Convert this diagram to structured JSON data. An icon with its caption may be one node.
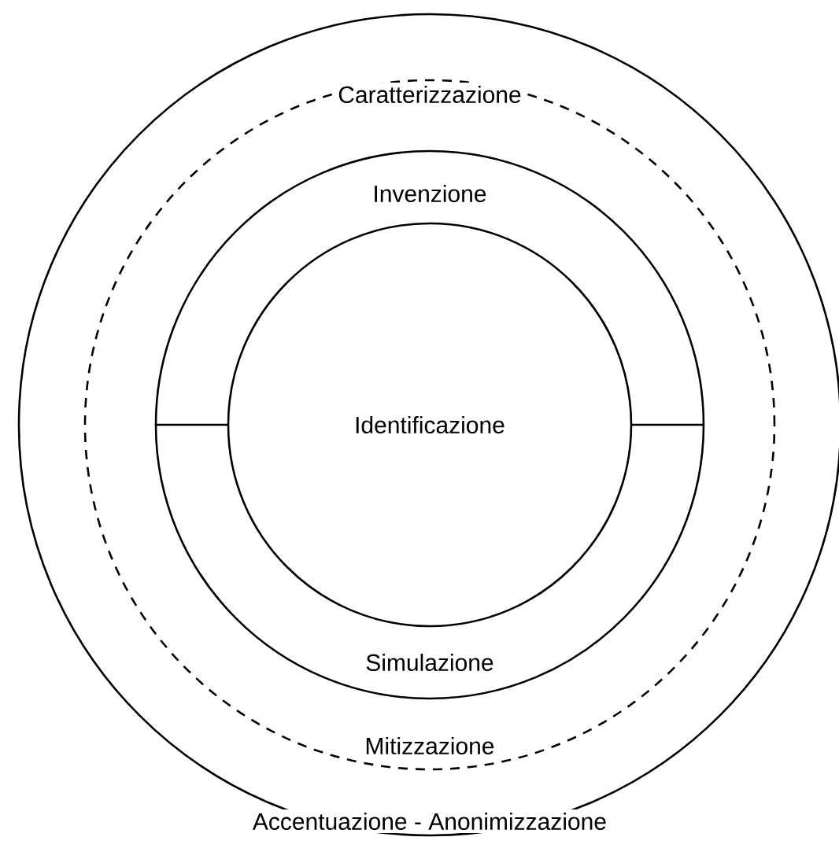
{
  "diagram": {
    "nodes": [
      {
        "text": [
          "Accentuazione - Anonimizzazione"
        ]
      },
      {
        "text": [
          "Caratterizzazione",
          "Mitizzazione"
        ],
        "in": 0
      },
      {
        "text": [
          "Invenzione",
          "Simulazione"
        ],
        "in": 1
      },
      {
        "text": [
          "Identificazione"
        ],
        "in": 2
      }
    ]
  }
}
